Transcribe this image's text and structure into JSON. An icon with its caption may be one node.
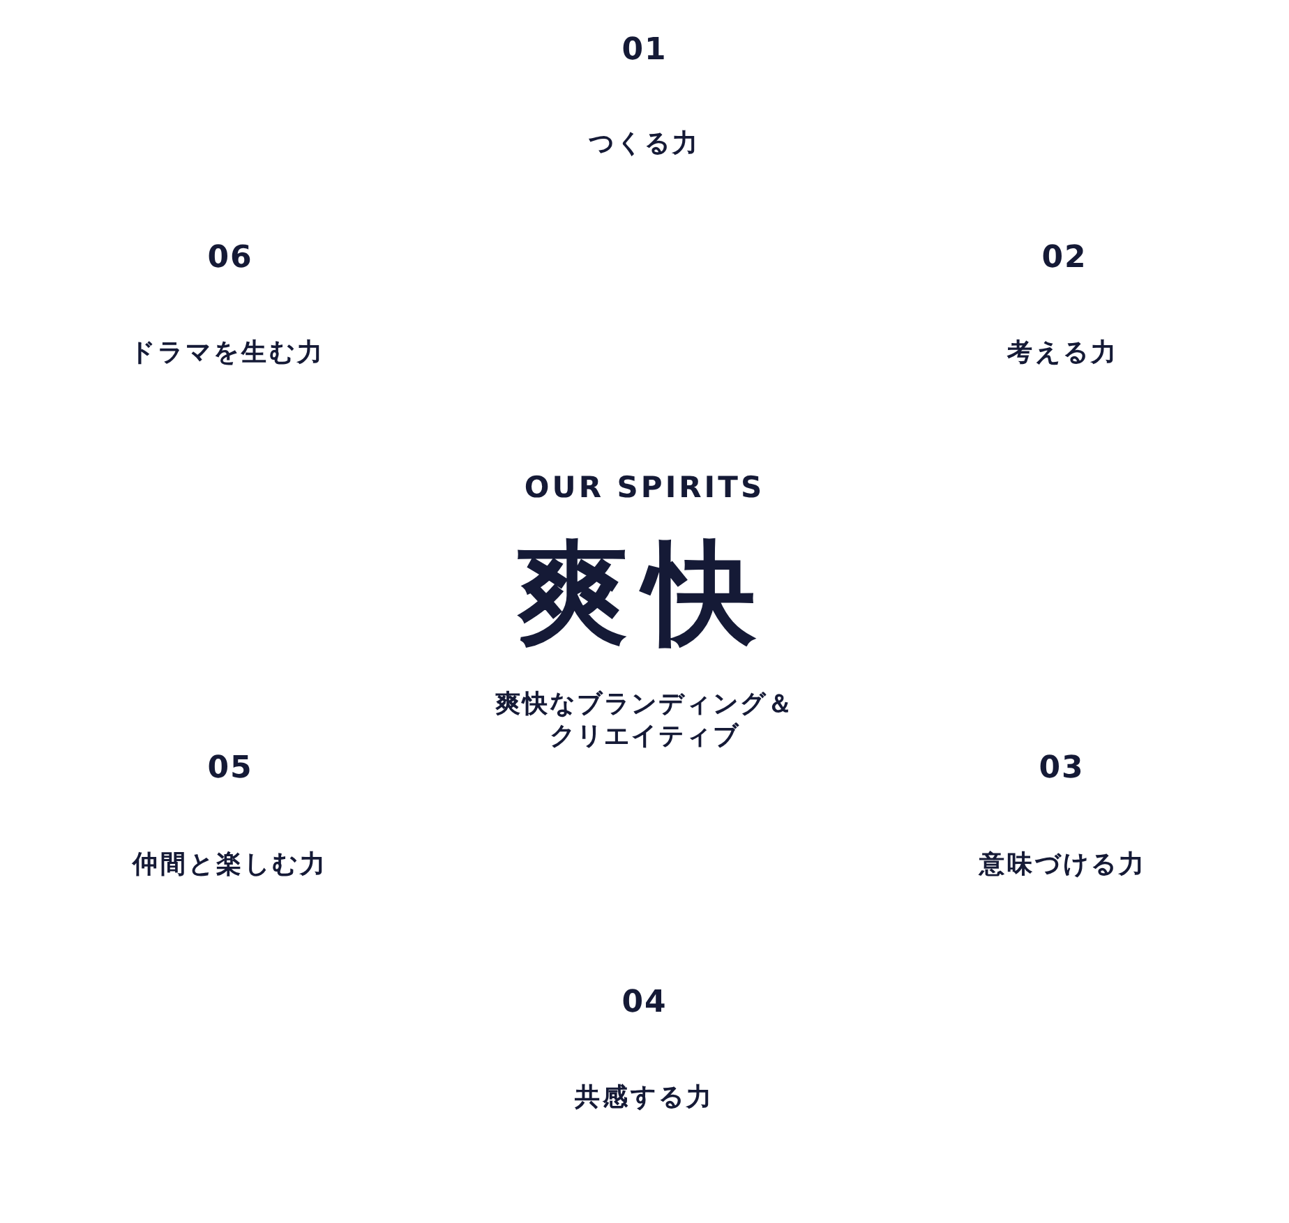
{
  "diagram": {
    "labels": [
      "01",
      "つくる力",
      "06",
      "ドラマを生む力",
      "02",
      "考える力",
      "OUR SPIRITS",
      "爽快",
      "爽快なブランディング＆クリエイティブ",
      "05",
      "仲間と楽しむ力",
      "03",
      "意味づける力",
      "04",
      "共感する力"
    ]
  }
}
